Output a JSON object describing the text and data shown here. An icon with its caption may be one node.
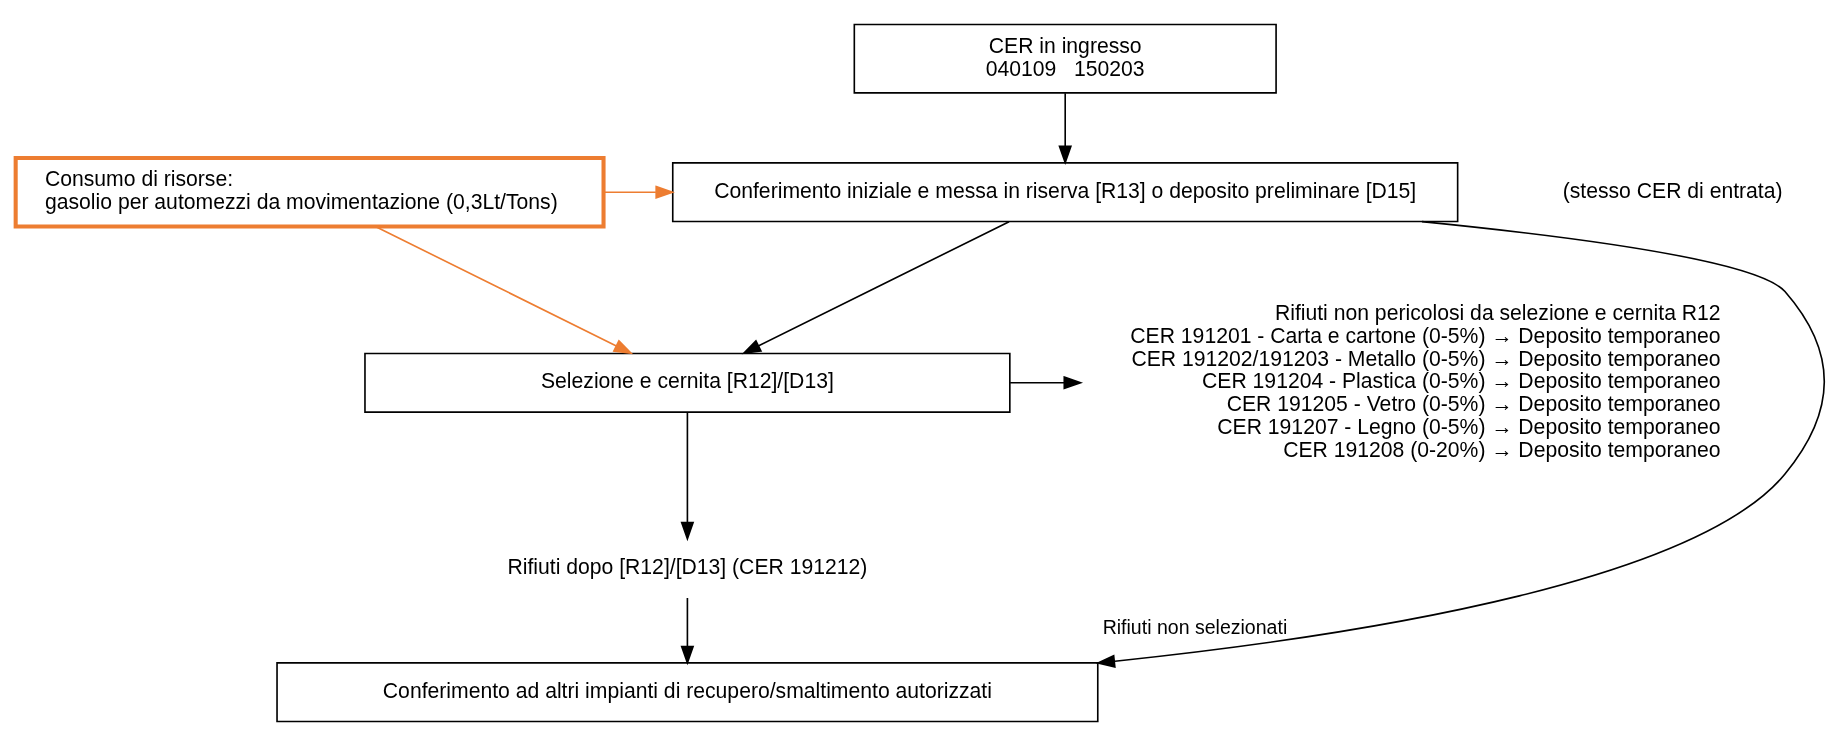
{
  "diagram": {
    "nodes": [
      {
        "text": [
          "CER in ingresso",
          "040109   150203"
        ]
      },
      {
        "text": [
          "Consumo di risorse:",
          "gasolio per automezzi da movimentazione (0,3Lt/Tons)"
        ]
      },
      {
        "text": [
          "Conferimento iniziale e messa in riserva [R13] o deposito preliminare [D15]"
        ]
      },
      {
        "text": [
          "Selezione e cernita [R12]/[D13]"
        ]
      },
      {
        "text": [
          "Rifiuti non pericolosi da selezione e cernita R12"
        ],
        "beside": [
          "CER 191201 - Carta e cartone (0-5%) → Deposito temporaneo",
          "CER 191202/191203 - Metallo (0-5%) → Deposito temporaneo",
          "CER 191204 - Plastica (0-5%) → Deposito temporaneo",
          "CER 191205 - Vetro (0-5%) → Deposito temporaneo",
          "CER 191207 - Legno (0-5%) → Deposito temporaneo",
          "CER 191208 (0-20%) → Deposito temporaneo"
        ]
      },
      {
        "text": [
          "Rifiuti dopo [R12]/[D13] (CER 191212)"
        ]
      },
      {
        "text": [
          "Conferimento ad altri impianti di recupero/smaltimento autorizzati"
        ]
      }
    ],
    "edges": [
      {
        "from": 0,
        "to": 2,
        "arrow": "to"
      },
      {
        "from": 1,
        "to": 2,
        "arrow": "to",
        "color": "#ed7d31"
      },
      {
        "from": 1,
        "to": 3,
        "arrow": "to",
        "color": "#ed7d31"
      },
      {
        "from": 2,
        "to": 3,
        "arrow": "to"
      },
      {
        "from": 3,
        "to": 4,
        "arrow": "to"
      },
      {
        "from": 3,
        "to": 5,
        "arrow": "to"
      },
      {
        "from": 5,
        "to": 6,
        "arrow": "to"
      },
      {
        "from": 2,
        "to": 6,
        "arrow": "to",
        "label": "Rifiuti non selezionati"
      }
    ],
    "labels": [
      "(stesso CER di entrata)"
    ]
  }
}
